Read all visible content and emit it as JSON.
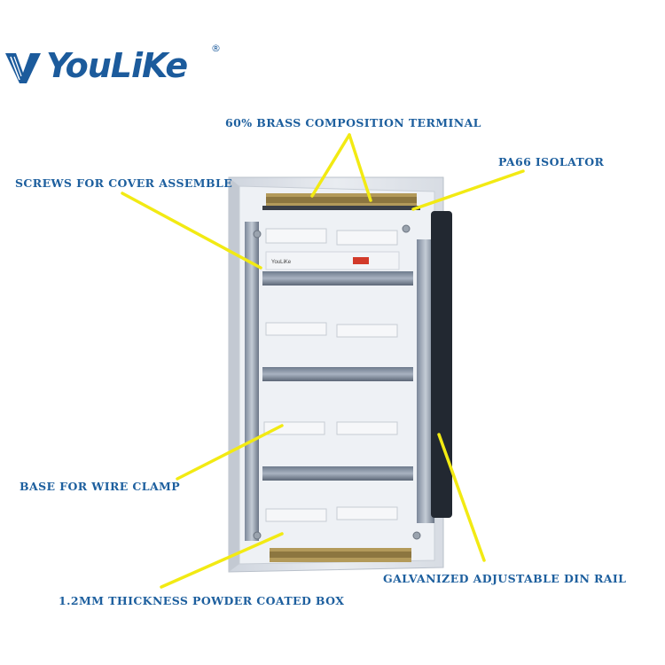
{
  "brand": {
    "name": "YouLiKe",
    "registered": "®",
    "color": "#1c5b9c"
  },
  "panel_brand": "YouLiKe",
  "labels": {
    "terminal": "60% brass composition terminal",
    "isolator": "PA66 isolator",
    "screws": "screws for cover assemble",
    "wire_clamp": "base for wire clamp",
    "din_rail": "galvanized adjustable din rail",
    "box": "1.2mm thickness powder coated box"
  },
  "colors": {
    "label_text": "#1d5f9e",
    "leader_line": "#f2ea13",
    "box_body": "#e4e8ee"
  }
}
